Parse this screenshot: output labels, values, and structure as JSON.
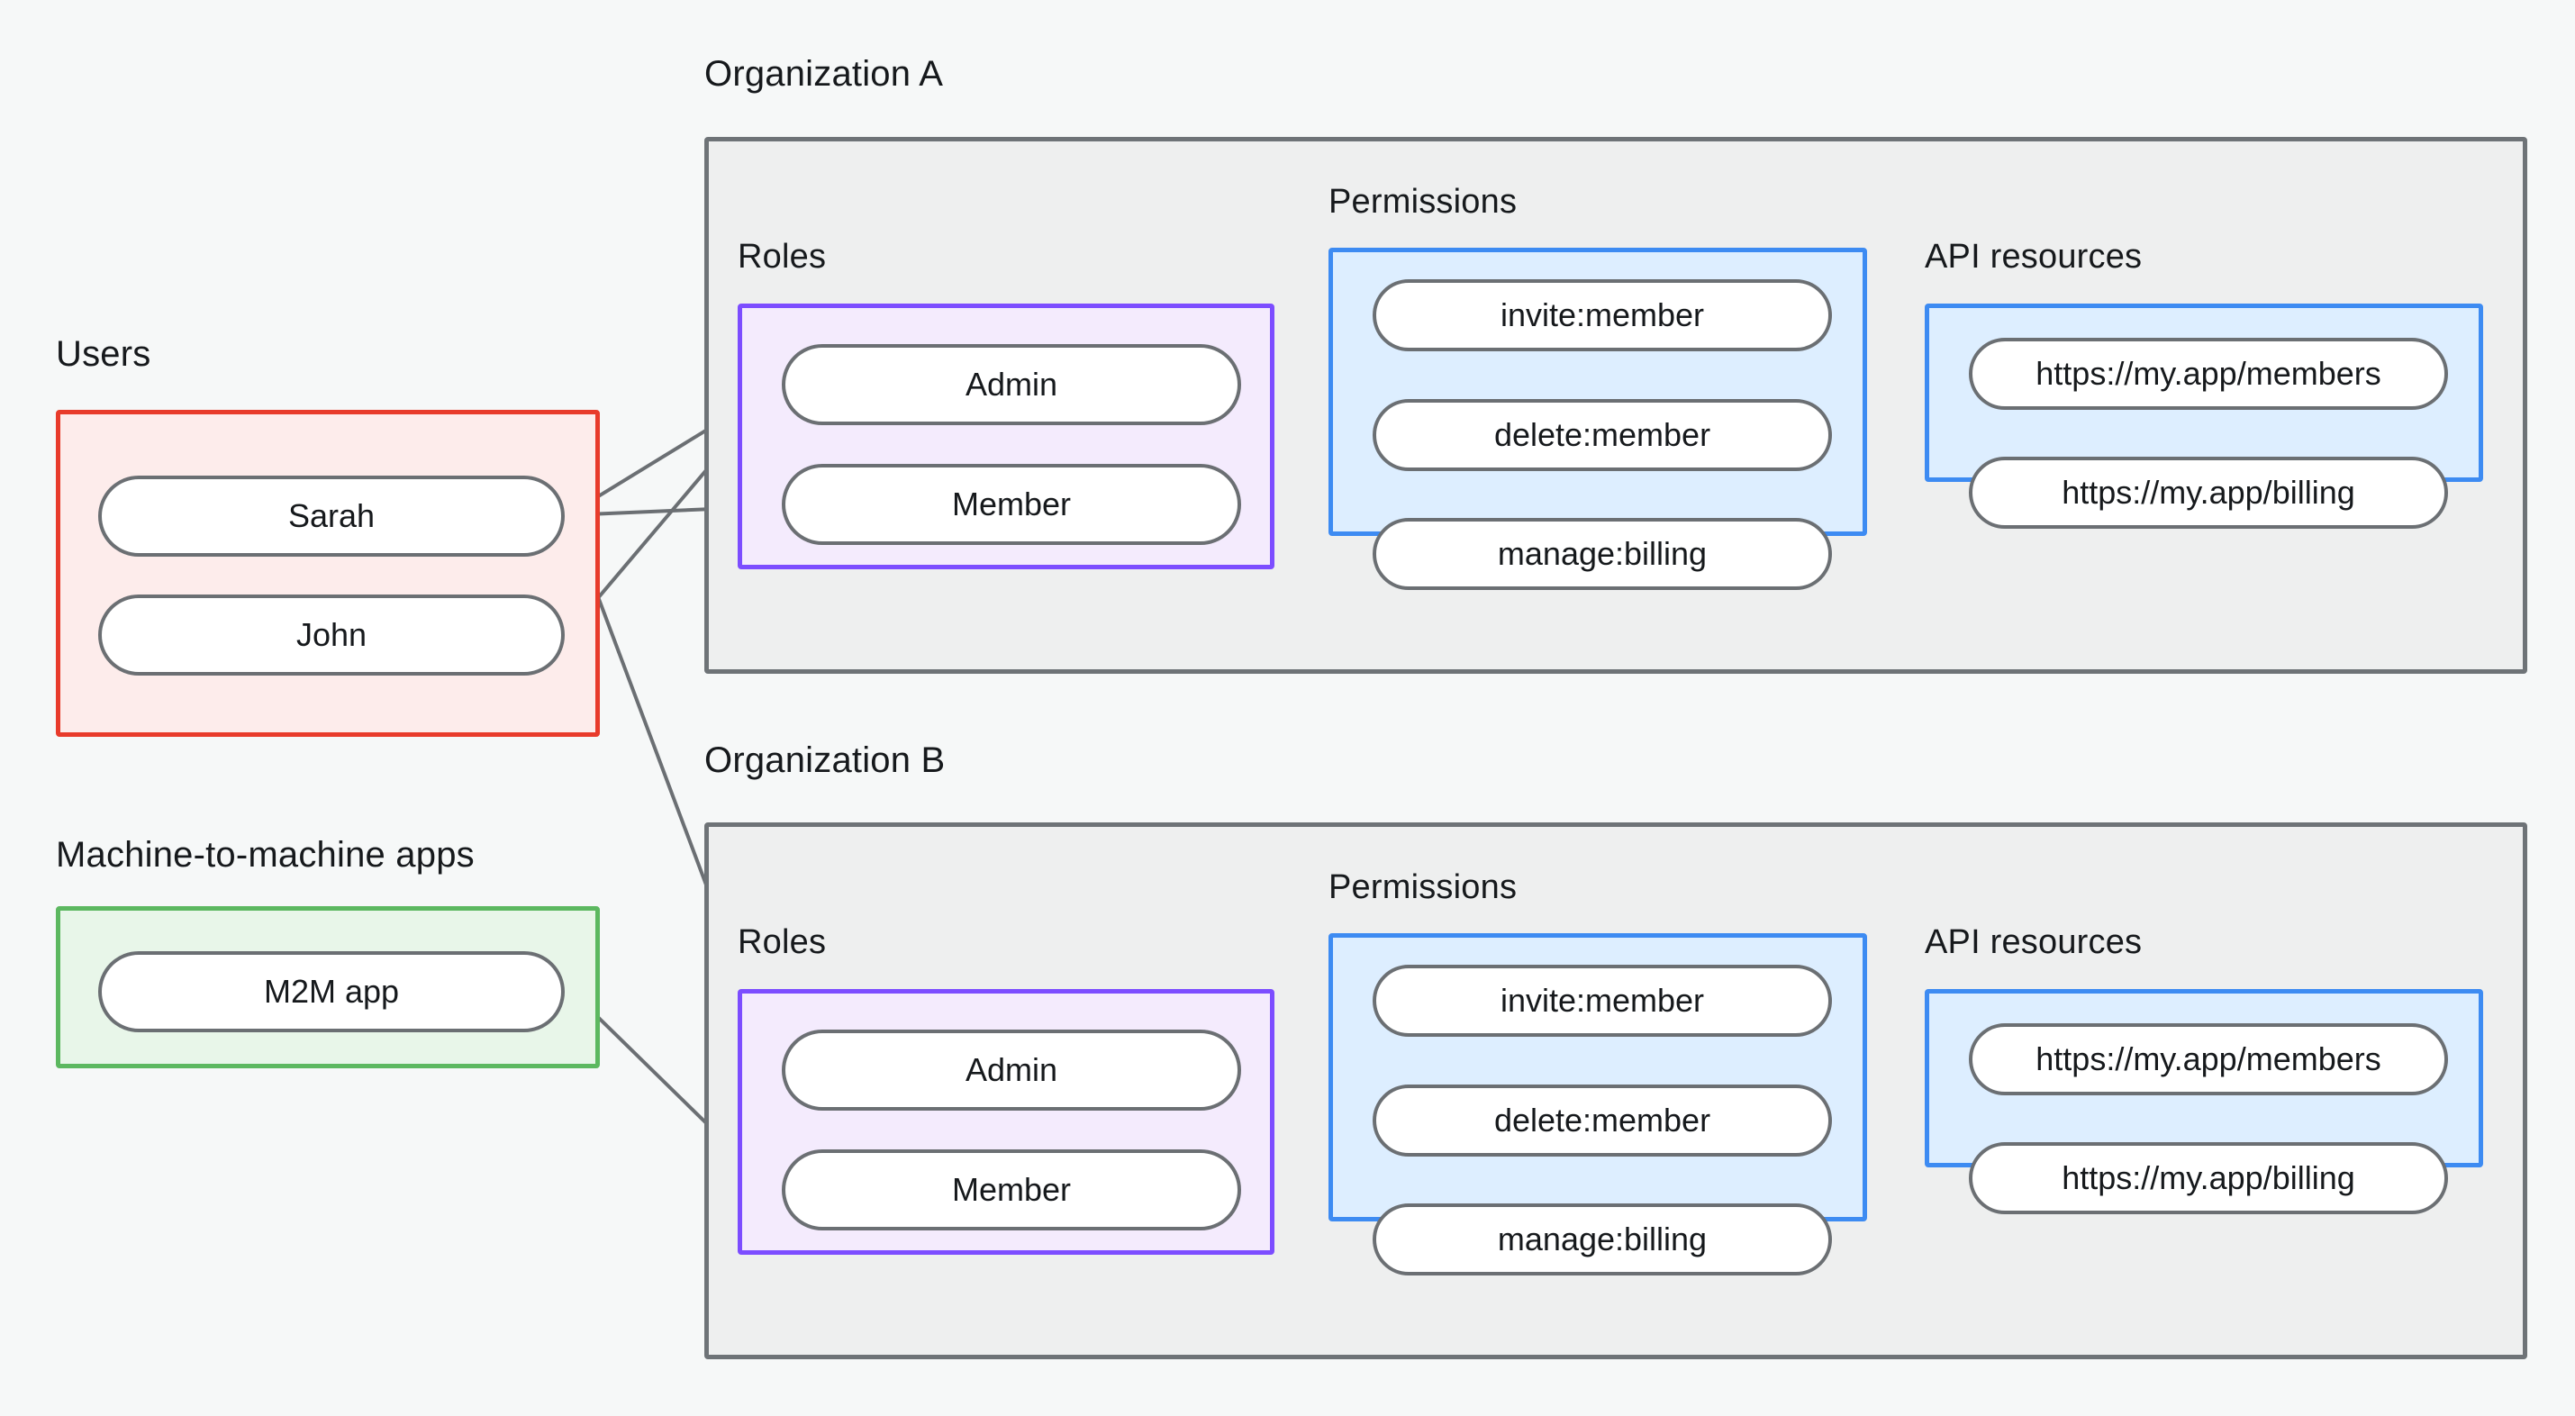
{
  "background_color": "#f6f8f8",
  "colors": {
    "users_border": "#e83b2b",
    "users_fill": "#fdeceb",
    "m2m_border": "#5cb860",
    "m2m_fill": "#e8f6e9",
    "org_border": "#6e7377",
    "org_fill": "#eeefef",
    "roles_border": "#7c4dff",
    "roles_fill": "#f4ebfd",
    "permissions_border": "#3d8bf2",
    "permissions_fill": "#ddeeff",
    "api_border": "#3d8bf2",
    "api_fill": "#ddeeff",
    "node_border": "#6b6f73",
    "node_fill": "#ffffff",
    "edge": "#6b6f73",
    "text": "#16191c"
  },
  "groups": {
    "users": {
      "label": "Users",
      "nodes": [
        {
          "label": "Sarah"
        },
        {
          "label": "John"
        }
      ]
    },
    "m2m": {
      "label": "Machine-to-machine apps",
      "nodes": [
        {
          "label": "M2M app"
        }
      ]
    },
    "org_a": {
      "label": "Organization A",
      "roles": {
        "label": "Roles",
        "nodes": [
          {
            "label": "Admin"
          },
          {
            "label": "Member"
          }
        ]
      },
      "permissions": {
        "label": "Permissions",
        "nodes": [
          {
            "label": "invite:member"
          },
          {
            "label": "delete:member"
          },
          {
            "label": "manage:billing"
          }
        ]
      },
      "api_resources": {
        "label": "API resources",
        "nodes": [
          {
            "label": "https://my.app/members"
          },
          {
            "label": "https://my.app/billing"
          }
        ]
      }
    },
    "org_b": {
      "label": "Organization B",
      "roles": {
        "label": "Roles",
        "nodes": [
          {
            "label": "Admin"
          },
          {
            "label": "Member"
          }
        ]
      },
      "permissions": {
        "label": "Permissions",
        "nodes": [
          {
            "label": "invite:member"
          },
          {
            "label": "delete:member"
          },
          {
            "label": "manage:billing"
          }
        ]
      },
      "api_resources": {
        "label": "API resources",
        "nodes": [
          {
            "label": "https://my.app/members"
          },
          {
            "label": "https://my.app/billing"
          }
        ]
      }
    }
  },
  "connections": [
    {
      "from": "Sarah",
      "to": "Organization A / Admin"
    },
    {
      "from": "Sarah",
      "to": "Organization A / Member"
    },
    {
      "from": "Sarah",
      "to": "Organization B / Admin"
    },
    {
      "from": "John",
      "to": "Organization A / Admin"
    },
    {
      "from": "M2M app",
      "to": "Organization B / Member"
    },
    {
      "from": "Organization A / Admin",
      "to": "Organization A / invite:member"
    },
    {
      "from": "Organization A / Admin",
      "to": "Organization A / delete:member"
    },
    {
      "from": "Organization A / Member",
      "to": "Organization A / manage:billing"
    },
    {
      "from": "Organization A / invite:member",
      "to": "Organization A / https://my.app/members"
    },
    {
      "from": "Organization A / delete:member",
      "to": "Organization A / https://my.app/members"
    },
    {
      "from": "Organization A / manage:billing",
      "to": "Organization A / https://my.app/billing"
    },
    {
      "from": "Organization B / Admin",
      "to": "Organization B / invite:member"
    },
    {
      "from": "Organization B / Admin",
      "to": "Organization B / delete:member"
    },
    {
      "from": "Organization B / Member",
      "to": "Organization B / manage:billing"
    },
    {
      "from": "Organization B / invite:member",
      "to": "Organization B / https://my.app/members"
    },
    {
      "from": "Organization B / delete:member",
      "to": "Organization B / https://my.app/members"
    },
    {
      "from": "Organization B / manage:billing",
      "to": "Organization B / https://my.app/billing"
    }
  ]
}
